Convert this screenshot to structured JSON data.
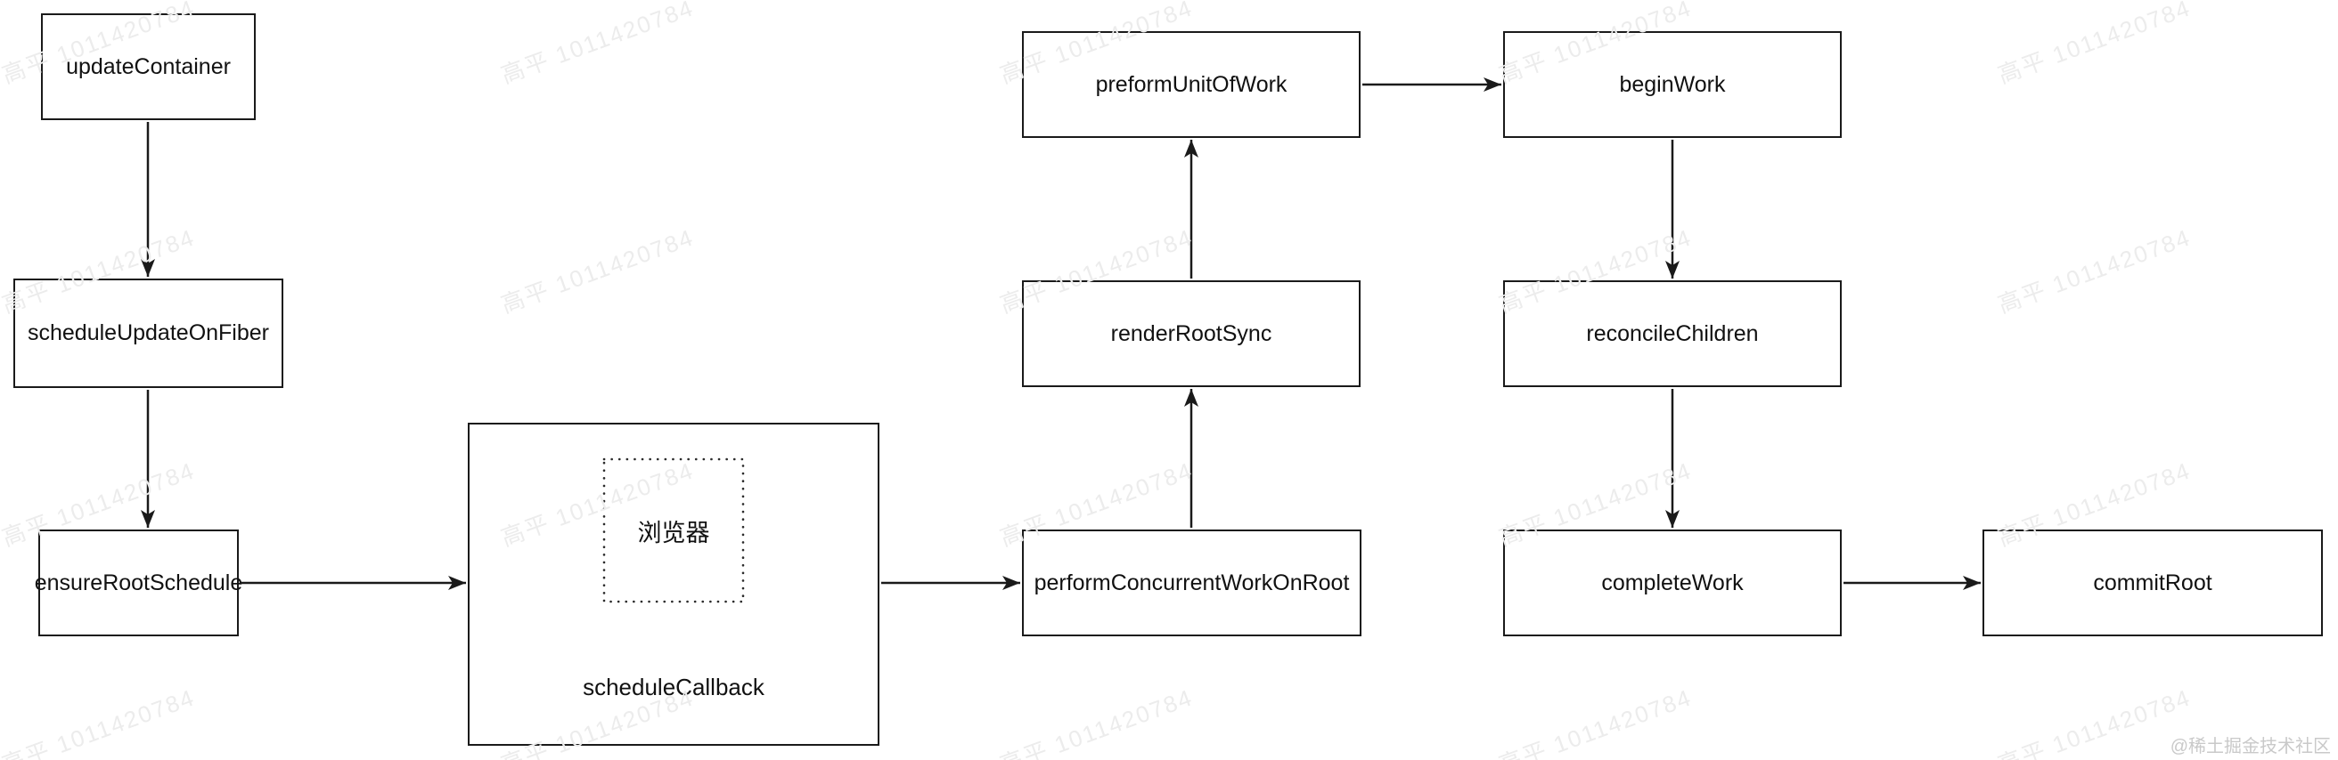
{
  "diagram": {
    "nodes": {
      "update_container": {
        "label": "updateContainer"
      },
      "schedule_update_on_fiber": {
        "label": "scheduleUpdateOnFiber"
      },
      "ensure_root_schedule": {
        "label": "ensureRootSchedule"
      },
      "schedule_callback": {
        "label": "scheduleCallback"
      },
      "browser": {
        "label": "浏览器"
      },
      "perform_concurrent_work_on_root": {
        "label": "performConcurrentWorkOnRoot"
      },
      "render_root_sync": {
        "label": "renderRootSync"
      },
      "preform_unit_of_work": {
        "label": "preformUnitOfWork"
      },
      "begin_work": {
        "label": "beginWork"
      },
      "reconcile_children": {
        "label": "reconcileChildren"
      },
      "complete_work": {
        "label": "completeWork"
      },
      "commit_root": {
        "label": "commitRoot"
      }
    },
    "edges": [
      {
        "from": "updateContainer",
        "to": "scheduleUpdateOnFiber"
      },
      {
        "from": "scheduleUpdateOnFiber",
        "to": "ensureRootSchedule"
      },
      {
        "from": "ensureRootSchedule",
        "to": "scheduleCallback"
      },
      {
        "from": "scheduleCallback",
        "to": "performConcurrentWorkOnRoot"
      },
      {
        "from": "performConcurrentWorkOnRoot",
        "to": "renderRootSync"
      },
      {
        "from": "renderRootSync",
        "to": "preformUnitOfWork"
      },
      {
        "from": "preformUnitOfWork",
        "to": "beginWork"
      },
      {
        "from": "beginWork",
        "to": "reconcileChildren"
      },
      {
        "from": "reconcileChildren",
        "to": "completeWork"
      },
      {
        "from": "completeWork",
        "to": "commitRoot"
      }
    ]
  },
  "watermark": {
    "text": "高平 1011420784"
  },
  "credit": {
    "text": "@稀土掘金技术社区"
  },
  "colors": {
    "line": "#1a1a1a",
    "background": "#ffffff",
    "watermark": "#ececec",
    "credit": "#c9c9c9"
  }
}
